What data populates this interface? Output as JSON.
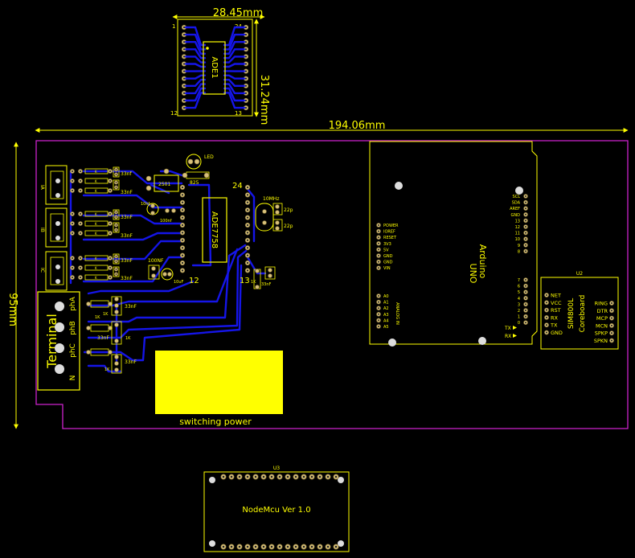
{
  "colors": {
    "background": "#000000",
    "silkscreen": "#ffff00",
    "trace": "#1515e8",
    "board_edge": "#cc22cc",
    "pad": "#d8c07a"
  },
  "dimensions": {
    "ade_width": "28.45mm",
    "ade_height": "31.24mm",
    "board_width": "194.06mm",
    "board_height": "95mm"
  },
  "ade_module": {
    "chip": "ADE1",
    "pin1": "1",
    "pin24": "24",
    "pin12": "12",
    "pin13": "13"
  },
  "main_chip": {
    "name": "ADE7758",
    "pin24": "24",
    "pin12": "12",
    "pin13": "13"
  },
  "components": {
    "led": "LED",
    "r825": "825",
    "r2501": "2501",
    "c10nf": "10nf",
    "c100nf": "100nf",
    "c10uf": "10uF",
    "c100nf2": "100NF",
    "c10uf2": "10uF",
    "crystal": "10MHz",
    "c22p_a": "22p",
    "c22p_b": "22p",
    "r1k": "1K",
    "c33nf": "33nF",
    "ct_labels": [
      "IA",
      "IB",
      "IC"
    ],
    "caps_top": [
      "33nf",
      "33nF",
      "33nF",
      "33nF",
      "33nF",
      "33nF"
    ],
    "res_bottom": [
      "1K",
      "1K",
      "1K",
      "1K"
    ],
    "caps_bottom": [
      "33nF",
      "33nF",
      "33nF"
    ]
  },
  "terminal": {
    "title": "Terminal",
    "labels": [
      "N",
      "phC",
      "phB",
      "phA"
    ]
  },
  "switching_power": {
    "label": "switching power"
  },
  "arduino": {
    "name": "Arduino",
    "model": "UNO",
    "left_pins": [
      "POWER",
      "IOREF",
      "RESET",
      "3V3",
      "5V",
      "GND",
      "GND",
      "VIN"
    ],
    "analog": "ANALOG IN",
    "analog_pins": [
      "A0",
      "A1",
      "A2",
      "A3",
      "A4",
      "A5"
    ],
    "right_top": [
      "SCL",
      "SDA",
      "AREF",
      "GND",
      "13",
      "12",
      "11",
      "10",
      "9",
      "8"
    ],
    "right_bottom": [
      "7",
      "6",
      "5",
      "4",
      "3",
      "2",
      "1",
      "0"
    ],
    "tx": "TX",
    "rx": "RX"
  },
  "sim800": {
    "ref": "U2",
    "name": "SIM800L",
    "sub": "Coreboard",
    "left": [
      "NET",
      "VCC",
      "RST",
      "RX",
      "TX",
      "GND"
    ],
    "right": [
      "RING",
      "DTR",
      "MCP",
      "MCN",
      "SPKP",
      "SPKN"
    ]
  },
  "nodemcu": {
    "ref": "U3",
    "name": "NodeMcu Ver 1.0"
  }
}
